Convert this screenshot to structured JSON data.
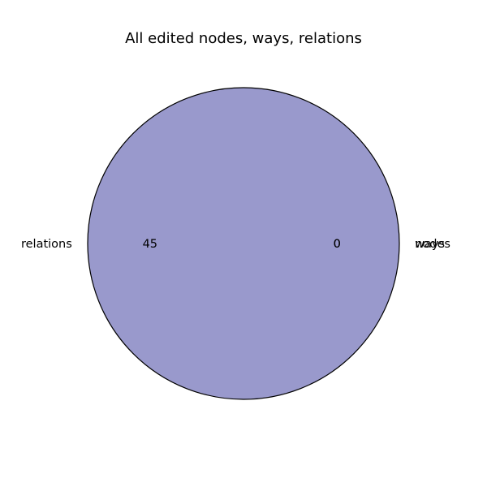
{
  "chart_data": {
    "type": "pie",
    "title": "All edited nodes, ways, relations",
    "categories": [
      "nodes",
      "ways",
      "relations"
    ],
    "values": [
      0,
      0,
      45
    ],
    "value_labels": [
      "0",
      "0",
      "45"
    ],
    "colors": [
      "#9999cc",
      "#9999cc",
      "#9999cc"
    ],
    "edge_color": "#000000",
    "start_angle_deg": 0,
    "legend": "none",
    "grid": false
  }
}
